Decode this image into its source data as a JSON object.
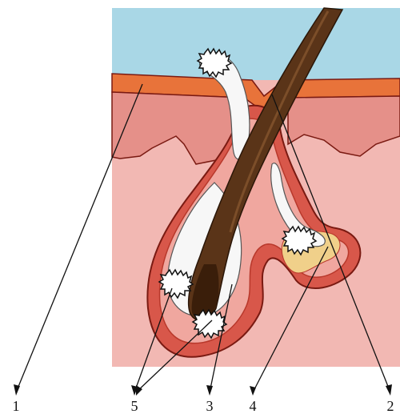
{
  "labels": {
    "l1": "1",
    "l2": "2",
    "l3": "3",
    "l4": "4",
    "l5": "5"
  },
  "colors": {
    "sky": "#a9d7e6",
    "epidermis_orange": "#e8733a",
    "dermis_light": "#f2b8b3",
    "dermis_mid": "#ea9c96",
    "outline_dark": "#7a1a12",
    "follicle_red": "#cf4d3d",
    "hair_brown": "#5a3418",
    "sheath_white": "#f7f7f7",
    "sebaceous_yellow": "#f0d08a",
    "leader_line": "#111111"
  },
  "icons": {
    "hair_shaft": "hair-shaft-icon",
    "sebaceous_gland": "sebaceous-gland-icon",
    "follicle": "hair-follicle-icon"
  }
}
